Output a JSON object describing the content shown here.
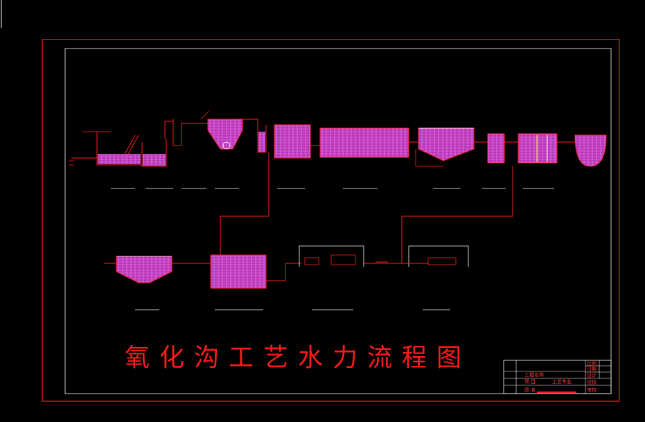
{
  "title": "氧化沟工艺水力流程图",
  "colors": {
    "background": "#000000",
    "frame": "#ff2020",
    "inner_frame": "#ffffff",
    "pipe": "#ff2020",
    "water_fill": "#c03cc0",
    "water_hatch": "#ff66ff",
    "title": "#ff1a1a"
  },
  "title_block": {
    "project_name_label": "工程名称",
    "item_label": "项  目",
    "item_value": "工艺专业",
    "drawing_label": "图  名",
    "right_labels": [
      "比例",
      "日期",
      "设计",
      "校核",
      "审核"
    ]
  }
}
